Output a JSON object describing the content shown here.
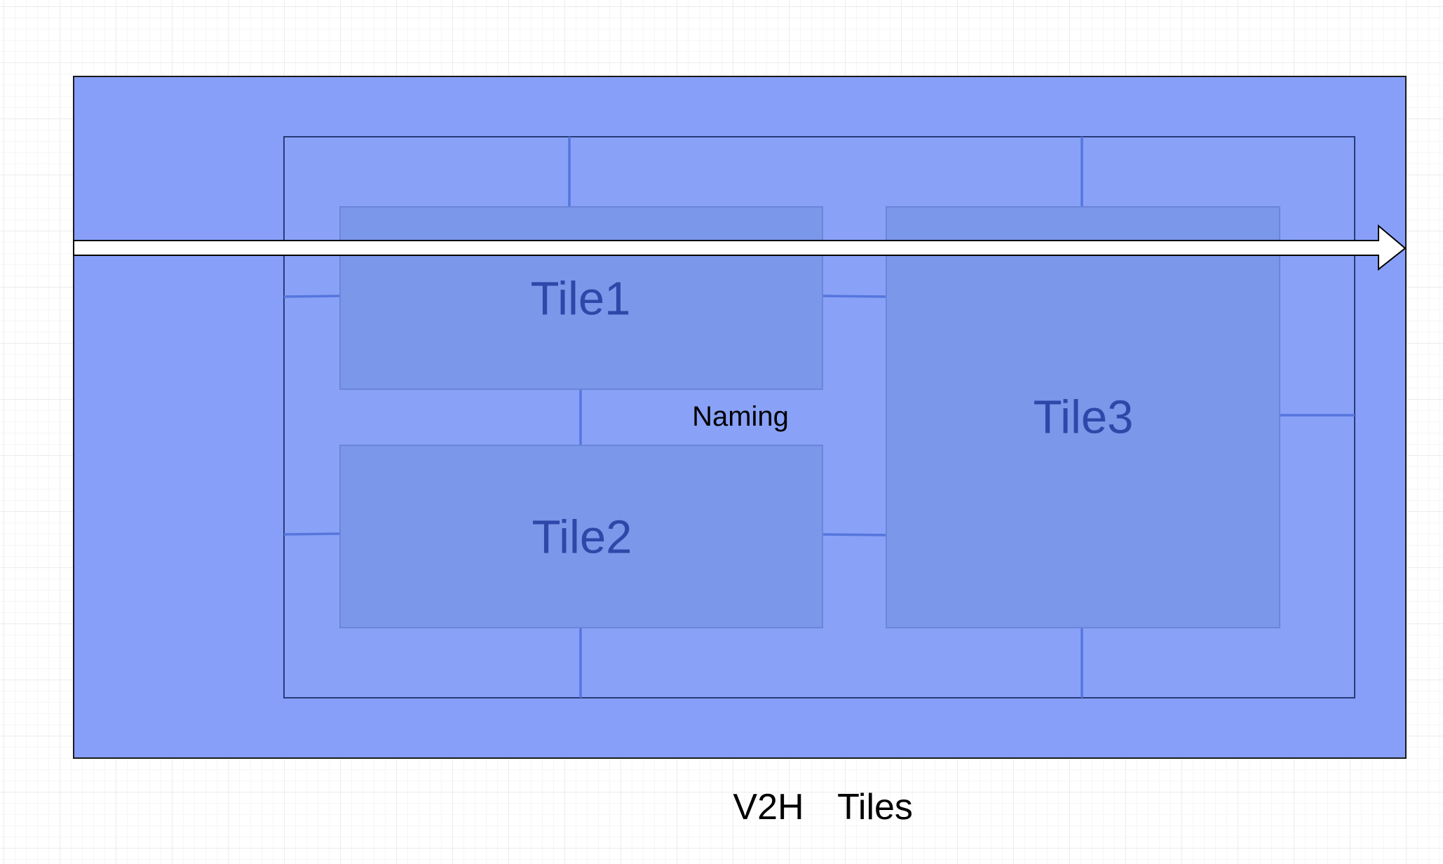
{
  "diagram": {
    "tiles": [
      {
        "id": "tile1",
        "label": "Tile1"
      },
      {
        "id": "tile2",
        "label": "Tile2"
      },
      {
        "id": "tile3",
        "label": "Tile3"
      }
    ],
    "center_label": "Naming",
    "caption_left": "V2H",
    "caption_right": "Tiles"
  },
  "colors": {
    "outer_fill": "#879ff8",
    "inner_fill": "#89a2f8",
    "tile_fill": "#7a97ea",
    "tile_border": "#6a86d8",
    "connector": "#5676dd",
    "border": "#1f2a52",
    "tile_text": "#2e47a8"
  }
}
